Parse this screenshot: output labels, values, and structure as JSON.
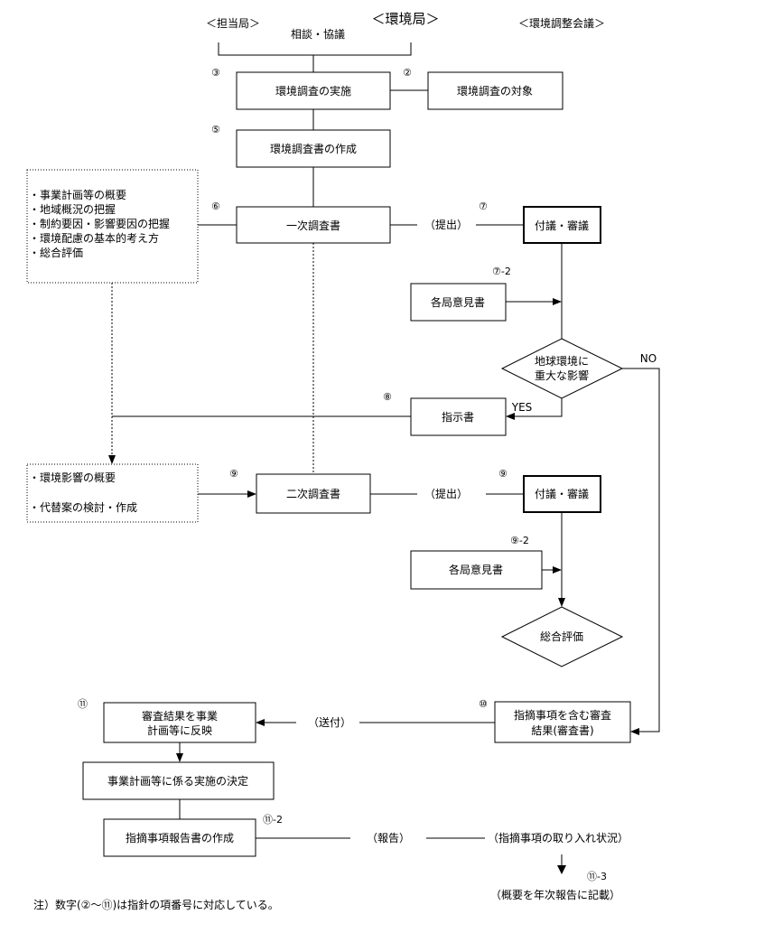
{
  "header": {
    "tantou": "＜担当局＞",
    "kankyo": "＜環境局＞",
    "kaigi": "＜環境調整会議＞",
    "soudan": "相談・協議"
  },
  "nodes": {
    "jisshi": "環境調査の実施",
    "taisho": "環境調査の対象",
    "sakusei": "環境調査書の作成",
    "ichiji": "一次調査書",
    "fugi1": "付議・審議",
    "ikensho1": "各局意見書",
    "eikyo_line1": "地球環境に",
    "eikyo_line2": "重大な影響",
    "shiji": "指示書",
    "niji": "二次調査書",
    "fugi2": "付議・審議",
    "ikensho2": "各局意見書",
    "sogo": "総合評価",
    "shinsa_line1": "指摘事項を含む審査",
    "shinsa_line2": "結果(審査書)",
    "hanei_line1": "審査結果を事業",
    "hanei_line2": "計画等に反映",
    "kettei": "事業計画等に係る実施の決定",
    "hokoku": "指摘事項報告書の作成"
  },
  "notes": {
    "left1": [
      "・事業計画等の概要",
      "・地域概況の把握",
      "・制約要因・影響要因の把握",
      "・環境配慮の基本的考え方",
      "・総合評価"
    ],
    "left2": [
      "・環境影響の概要",
      "・代替案の検討・作成"
    ]
  },
  "edges": {
    "teishutsu1": "（提出）",
    "teishutsu2": "（提出）",
    "yes": "YES",
    "no": "NO",
    "soufu": "（送付）",
    "hokoku": "（報告）",
    "torikomi": "（指摘事項の取り入れ状況）",
    "gaiyo": "（概要を年次報告に記載）"
  },
  "numbers": {
    "n3a": "③",
    "n2": "②",
    "n5": "⑤",
    "n6": "⑥",
    "n7": "⑦",
    "n7_2": "⑦-2",
    "n8": "⑧",
    "n9a": "⑨",
    "n9b": "⑨",
    "n9_2": "⑨-2",
    "n10": "⑩",
    "n11": "⑪",
    "n11_2": "⑪-2",
    "n11_3": "⑪-3"
  },
  "footnote": "注）数字(②～⑪)は指針の項番号に対応している。"
}
